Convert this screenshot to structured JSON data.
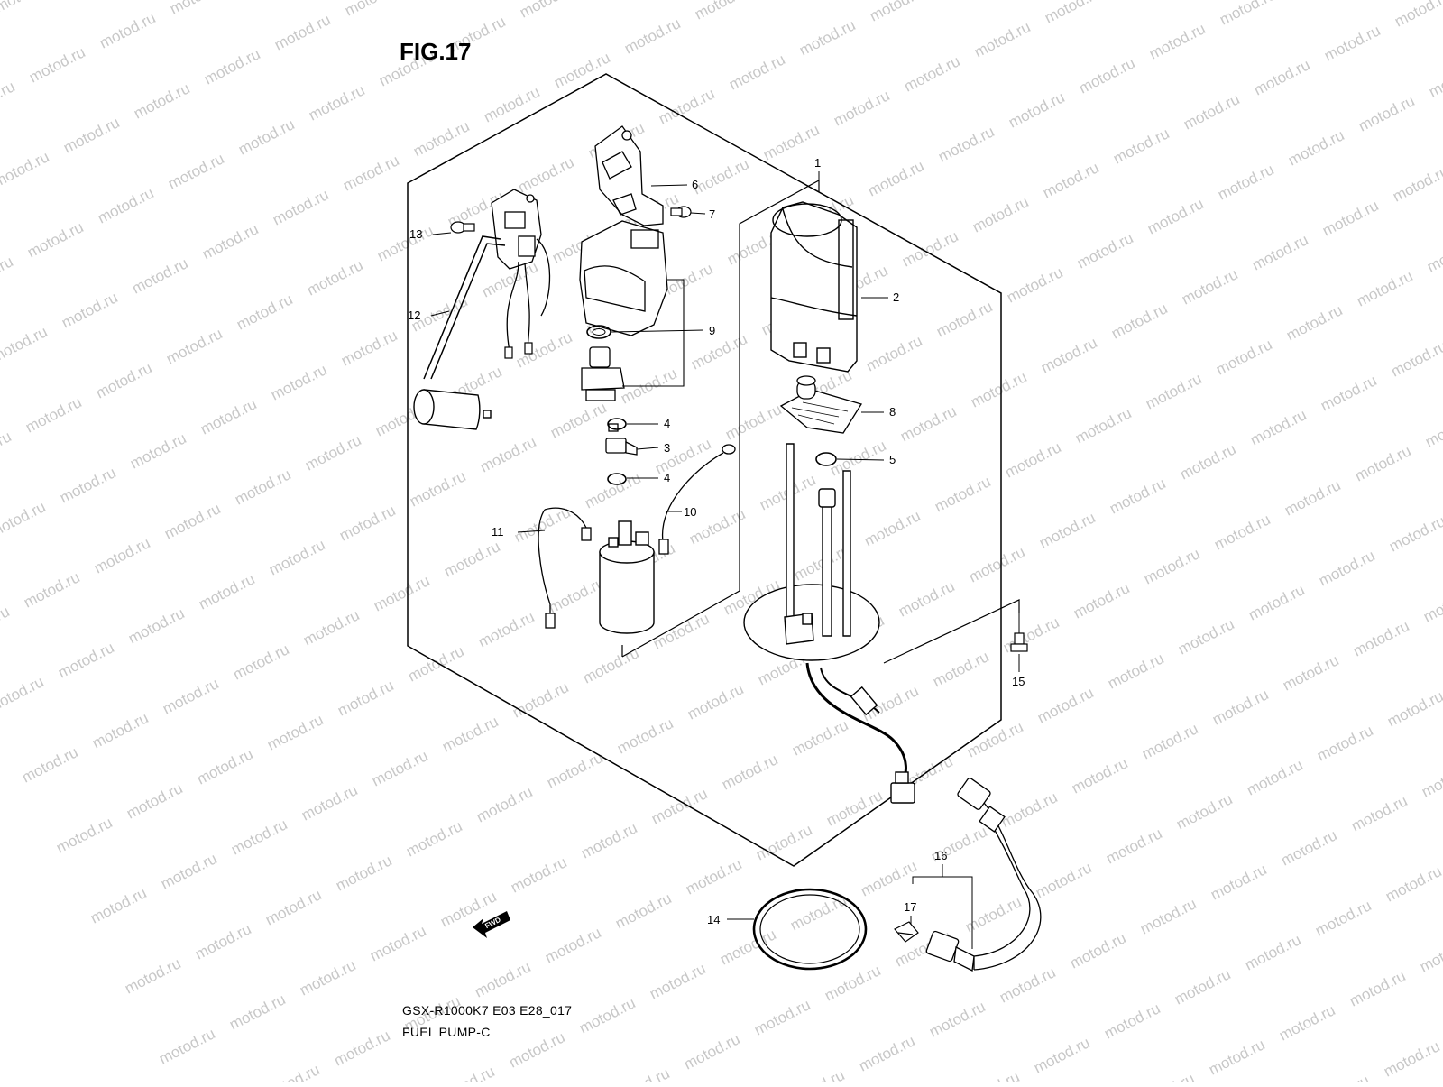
{
  "figure": {
    "title": "FIG.17",
    "model_code": "GSX-R1000K7 E03 E28_017",
    "caption": "FUEL PUMP-C"
  },
  "watermark_text": "motod.ru",
  "fwd_arrow_label": "FWD",
  "colors": {
    "ink": "#000000",
    "watermark": "#c8c8c8",
    "background": "#ffffff"
  },
  "parts": [
    {
      "id": "1",
      "label": "1"
    },
    {
      "id": "2",
      "label": "2"
    },
    {
      "id": "3",
      "label": "3"
    },
    {
      "id": "4a",
      "label": "4"
    },
    {
      "id": "4b",
      "label": "4"
    },
    {
      "id": "5",
      "label": "5"
    },
    {
      "id": "6",
      "label": "6"
    },
    {
      "id": "7",
      "label": "7"
    },
    {
      "id": "8",
      "label": "8"
    },
    {
      "id": "9",
      "label": "9"
    },
    {
      "id": "10",
      "label": "10"
    },
    {
      "id": "11",
      "label": "11"
    },
    {
      "id": "12",
      "label": "12"
    },
    {
      "id": "13",
      "label": "13"
    },
    {
      "id": "14",
      "label": "14"
    },
    {
      "id": "15",
      "label": "15"
    },
    {
      "id": "16",
      "label": "16"
    },
    {
      "id": "17",
      "label": "17"
    }
  ]
}
